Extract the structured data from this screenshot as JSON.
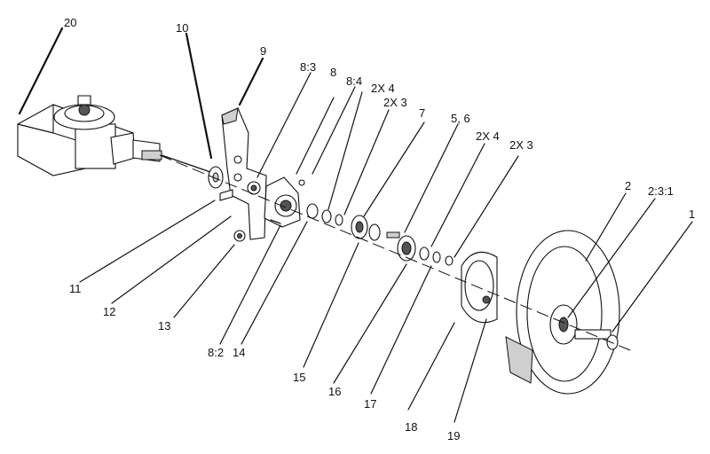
{
  "callouts": [
    {
      "id": "c20",
      "text": "20"
    },
    {
      "id": "c10",
      "text": "10"
    },
    {
      "id": "c9",
      "text": "9"
    },
    {
      "id": "c8_3",
      "text": "8:3"
    },
    {
      "id": "c8",
      "text": "8"
    },
    {
      "id": "c8_4",
      "text": "8:4"
    },
    {
      "id": "c2x4a",
      "text": "2X 4"
    },
    {
      "id": "c2x3a",
      "text": "2X 3"
    },
    {
      "id": "c7",
      "text": "7"
    },
    {
      "id": "c5_6",
      "text": "5, 6"
    },
    {
      "id": "c2x4b",
      "text": "2X 4"
    },
    {
      "id": "c2x3b",
      "text": "2X 3"
    },
    {
      "id": "c2",
      "text": "2"
    },
    {
      "id": "c2_3_1",
      "text": "2:3:1"
    },
    {
      "id": "c1",
      "text": "1"
    },
    {
      "id": "c11",
      "text": "11"
    },
    {
      "id": "c12",
      "text": "12"
    },
    {
      "id": "c13",
      "text": "13"
    },
    {
      "id": "c8_2",
      "text": "8:2"
    },
    {
      "id": "c14",
      "text": "14"
    },
    {
      "id": "c15",
      "text": "15"
    },
    {
      "id": "c16",
      "text": "16"
    },
    {
      "id": "c17",
      "text": "17"
    },
    {
      "id": "c18",
      "text": "18"
    },
    {
      "id": "c19",
      "text": "19"
    }
  ]
}
